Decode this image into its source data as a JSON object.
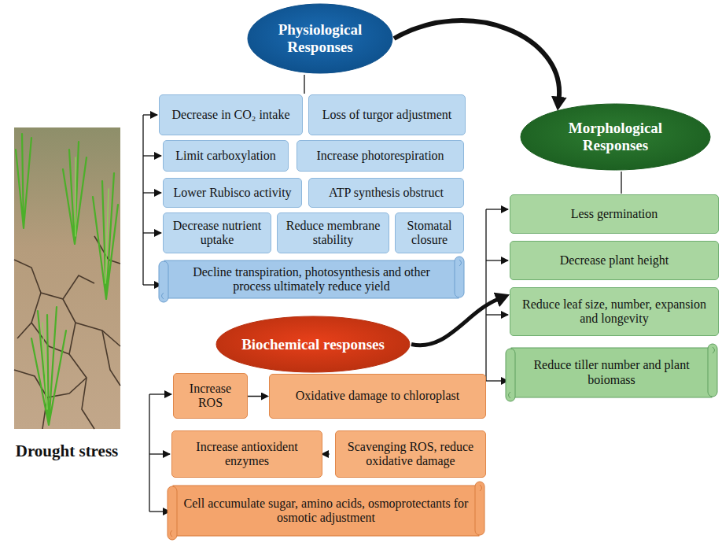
{
  "diagram": {
    "nodes": [
      {
        "text": [
          "Physiological Responses"
        ]
      },
      {
        "text": [
          "Decrease in CO₂ intake"
        ]
      },
      {
        "text": [
          "Loss of turgor adjustment"
        ]
      },
      {
        "text": [
          "Limit carboxylation"
        ]
      },
      {
        "text": [
          "Increase photorespiration"
        ]
      },
      {
        "text": [
          "Lower Rubisco activity"
        ]
      },
      {
        "text": [
          "ATP synthesis obstruct"
        ]
      },
      {
        "text": [
          "Decrease nutrient uptake"
        ]
      },
      {
        "text": [
          "Reduce membrane stability"
        ]
      },
      {
        "text": [
          "Stomatal closure"
        ]
      },
      {
        "text": [
          "Decline transpiration, photosynthesis and other process ultimately reduce yield"
        ]
      },
      {
        "text": [
          "Morphological Responses"
        ]
      },
      {
        "text": [
          "Less germination"
        ]
      },
      {
        "text": [
          "Decrease plant height"
        ]
      },
      {
        "text": [
          "Reduce leaf size, number, expansion and longevity"
        ]
      },
      {
        "text": [
          "Reduce tiller number and plant boiomass"
        ]
      },
      {
        "text": [
          "Biochemical responses"
        ]
      },
      {
        "text": [
          "Increase ROS"
        ]
      },
      {
        "text": [
          "Oxidative damage to chloroplast"
        ]
      },
      {
        "text": [
          "Increase antioxident enzymes"
        ]
      },
      {
        "text": [
          "Scavenging ROS, reduce oxidative damage"
        ]
      },
      {
        "text": [
          "Cell accumulate sugar, amino acids, osmoprotectants for osmotic adjustment"
        ]
      }
    ],
    "edges": [
      {
        "from": 0,
        "to": 11,
        "arrow": "to"
      },
      {
        "from": 16,
        "to": 14,
        "arrow": "to"
      },
      {
        "from": 17,
        "to": 18,
        "arrow": "to"
      },
      {
        "from": 19,
        "to": 20,
        "arrow": "to"
      }
    ],
    "labels": [
      "Drought stress"
    ]
  }
}
